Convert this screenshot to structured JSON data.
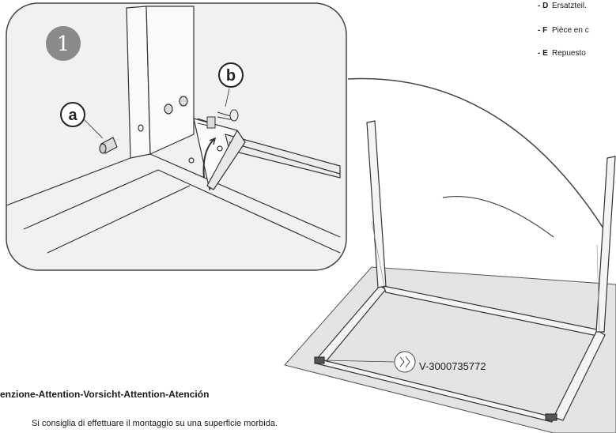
{
  "legend": [
    {
      "code": "- D",
      "text": "Ersatzteil."
    },
    {
      "code": "- F",
      "text": "Pièce en c"
    },
    {
      "code": "- E",
      "text": "Repuesto"
    }
  ],
  "step_number": "1",
  "callouts": {
    "a": "a",
    "b": "b"
  },
  "part_number": "V-3000735772",
  "caution": {
    "title": "enzione-Attention-Vorsicht-Attention-Atención",
    "text": "Si consiglia di effettuare il montaggio su una superficie morbida."
  }
}
